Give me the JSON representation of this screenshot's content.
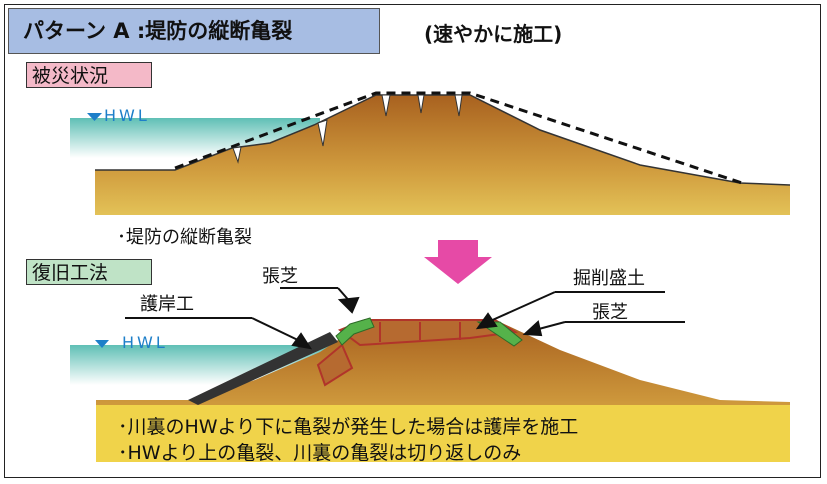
{
  "title": "パターン A :堤防の縦断亀裂",
  "subtitle": "(速やかに施工)",
  "section_damage": {
    "tag": "被災状況",
    "hwl": "HWL",
    "caption": "･堤防の縦断亀裂"
  },
  "section_repair": {
    "tag": "復旧工法",
    "hwl": "HWL",
    "labels": {
      "turf_top": "張芝",
      "revetment": "護岸工",
      "excavation_fill": "掘削盛土",
      "turf_right": "張芝"
    },
    "notes": [
      "･川裏のHWより下に亀裂が発生した場合は護岸を施工",
      "･HWより上の亀裂、川裏の亀裂は切り返しのみ"
    ]
  },
  "colors": {
    "title_bg": "#a7bde3",
    "damage_tag_bg": "#f4b9c8",
    "repair_tag_bg": "#bfe3c6",
    "water": "#6fc7bf",
    "embankment": "#d9a441",
    "ground": "#f0d34a",
    "arrow": "#e64aa6",
    "turf": "#55b24a",
    "fill_outline": "#b1342a"
  }
}
